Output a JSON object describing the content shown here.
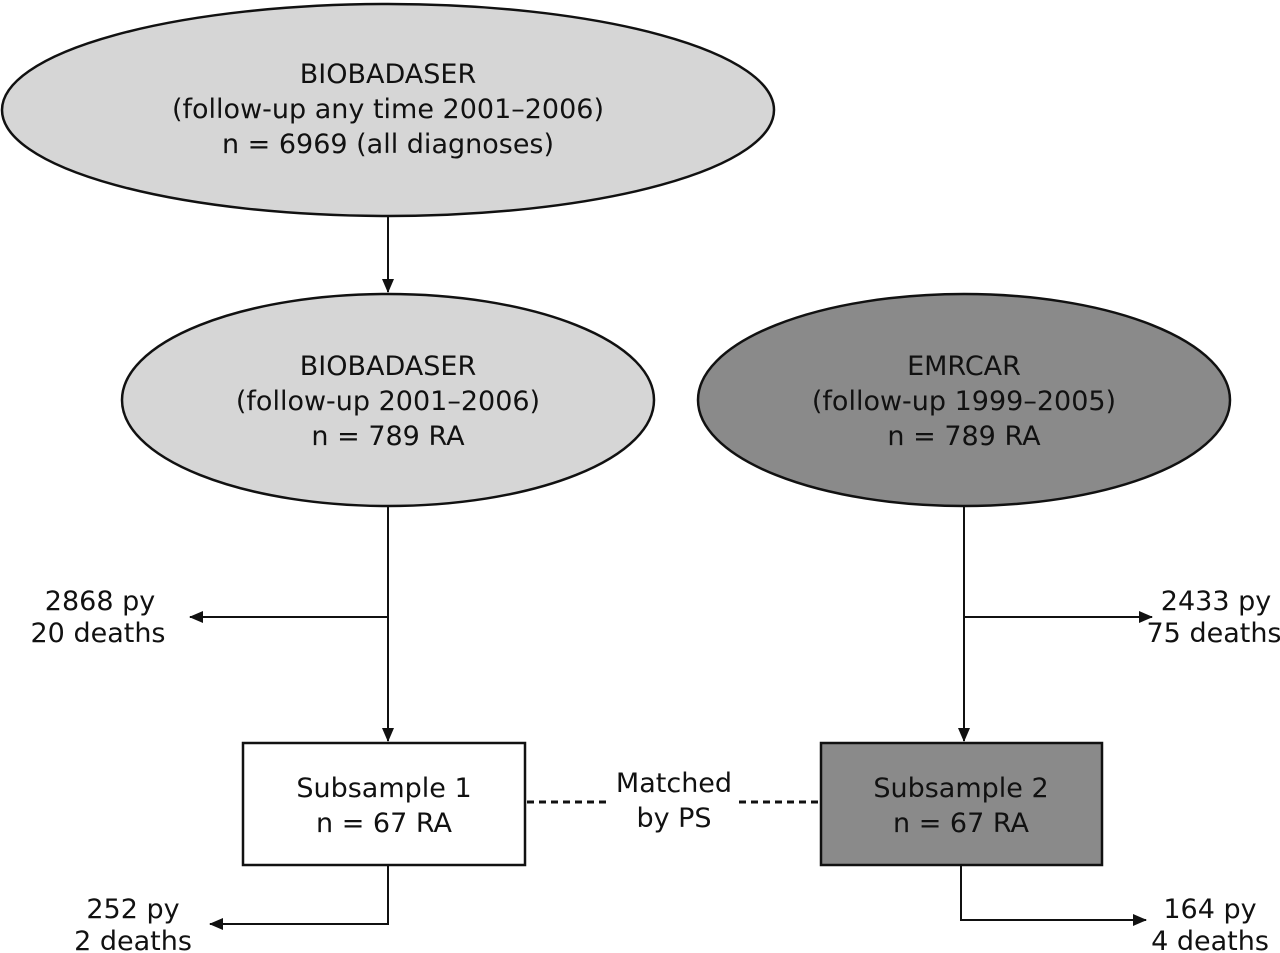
{
  "colors": {
    "ellipse_light": "#d6d6d6",
    "ellipse_dark": "#8a8a8a",
    "box_light": "#ffffff",
    "box_dark": "#8a8a8a",
    "stroke": "#111111"
  },
  "nodes": {
    "top_ellipse": {
      "line1": "BIOBADASER",
      "line2": "(follow-up any time 2001–2006)",
      "line3": "n = 6969 (all diagnoses)"
    },
    "left_ellipse": {
      "line1": "BIOBADASER",
      "line2": "(follow-up 2001–2006)",
      "line3": "n = 789 RA"
    },
    "right_ellipse": {
      "line1": "EMRCAR",
      "line2": "(follow-up 1999–2005)",
      "line3": "n = 789 RA"
    },
    "subsample1": {
      "line1": "Subsample 1",
      "line2": "n = 67 RA"
    },
    "subsample2": {
      "line1": "Subsample 2",
      "line2": "n = 67 RA"
    }
  },
  "match_label": {
    "line1": "Matched",
    "line2": "by PS"
  },
  "outcomes": {
    "left_mid": {
      "line1": "2868 py",
      "line2": "20 deaths"
    },
    "right_mid": {
      "line1": "2433 py",
      "line2": "75 deaths"
    },
    "left_bottom": {
      "line1": "252 py",
      "line2": "2 deaths"
    },
    "right_bottom": {
      "line1": "164 py",
      "line2": "4 deaths"
    }
  }
}
